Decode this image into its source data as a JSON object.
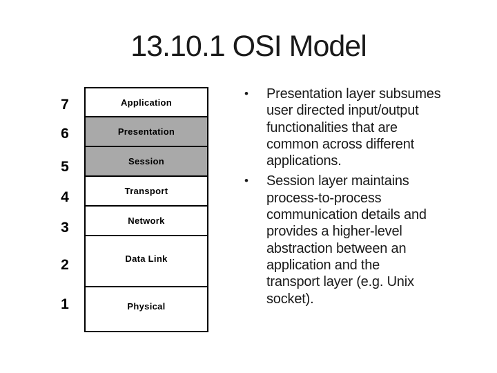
{
  "slide": {
    "title": "13.10.1 OSI Model",
    "background_color": "#ffffff",
    "text_color": "#1a1a1a"
  },
  "diagram": {
    "description": "OSI seven-layer stack",
    "highlight_color": "#a9a9a9",
    "border_color": "#000000",
    "layers": [
      {
        "number": "7",
        "name": "Application",
        "highlighted": false
      },
      {
        "number": "6",
        "name": "Presentation",
        "highlighted": true
      },
      {
        "number": "5",
        "name": "Session",
        "highlighted": true
      },
      {
        "number": "4",
        "name": "Transport",
        "highlighted": false
      },
      {
        "number": "3",
        "name": "Network",
        "highlighted": false
      },
      {
        "number": "2",
        "name": "Data Link",
        "highlighted": false
      },
      {
        "number": "1",
        "name": "Physical",
        "highlighted": false
      }
    ]
  },
  "bullets": {
    "marker": "•",
    "items": [
      {
        "text": "Presentation layer subsumes\nuser directed input/output\nfunctionalities that are\ncommon across different\napplications."
      },
      {
        "text": "Session layer maintains\nprocess-to-process\ncommunication details and\nprovides a higher-level\nabstraction between an\napplication and the\ntransport layer (e.g. Unix\nsocket)."
      }
    ]
  }
}
